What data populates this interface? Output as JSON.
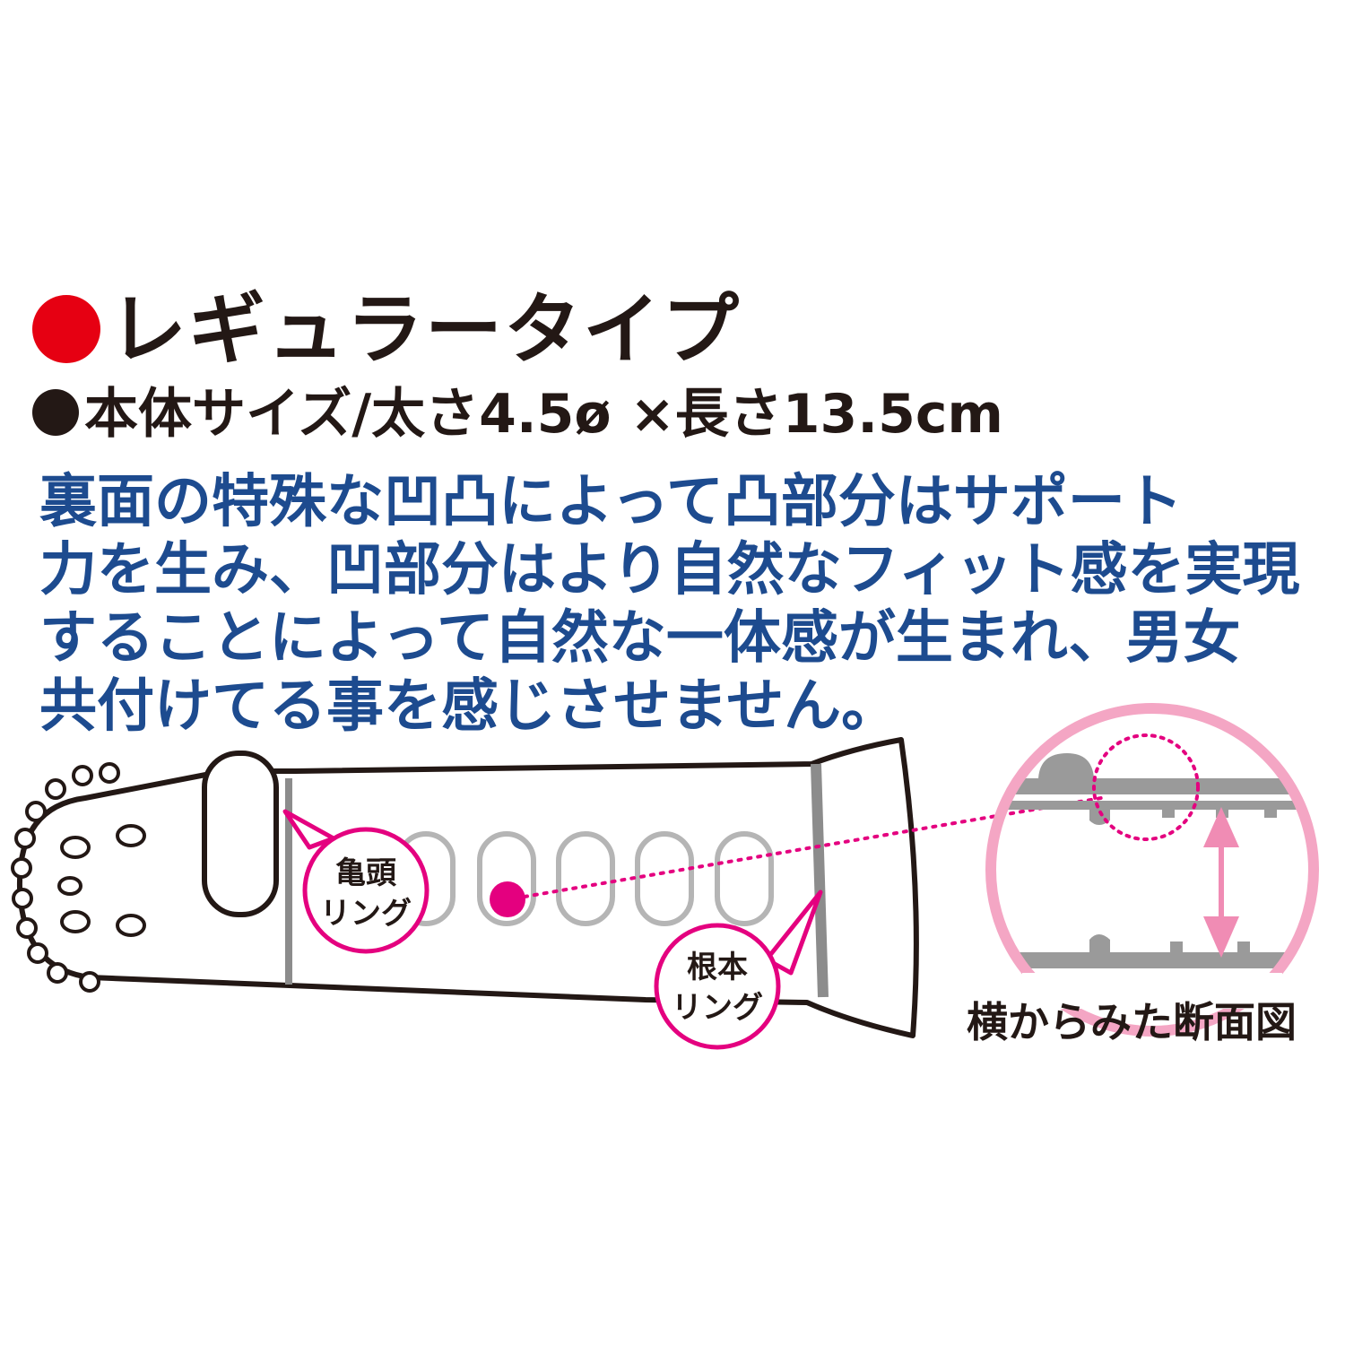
{
  "title": "レギュラータイプ",
  "size_spec": "本体サイズ/太さ4.5ø ×長さ13.5cm",
  "description_lines": [
    "裏面の特殊な凹凸によって凸部分はサポート",
    "力を生み、凹部分はより自然なフィット感を実現",
    "することによって自然な一体感が生まれ、男女",
    "共付けてる事を感じさせません。"
  ],
  "callouts": {
    "glans_ring_line1": "亀頭",
    "glans_ring_line2": "リング",
    "base_ring_line1": "根本",
    "base_ring_line2": "リング"
  },
  "cross_section_caption": "横からみた断面図",
  "colors": {
    "title_dot": "#e60012",
    "text_dark": "#231815",
    "text_blue": "#1d4b8f",
    "accent_pink": "#e4007f",
    "circle_pink": "#f4a6c4"
  }
}
